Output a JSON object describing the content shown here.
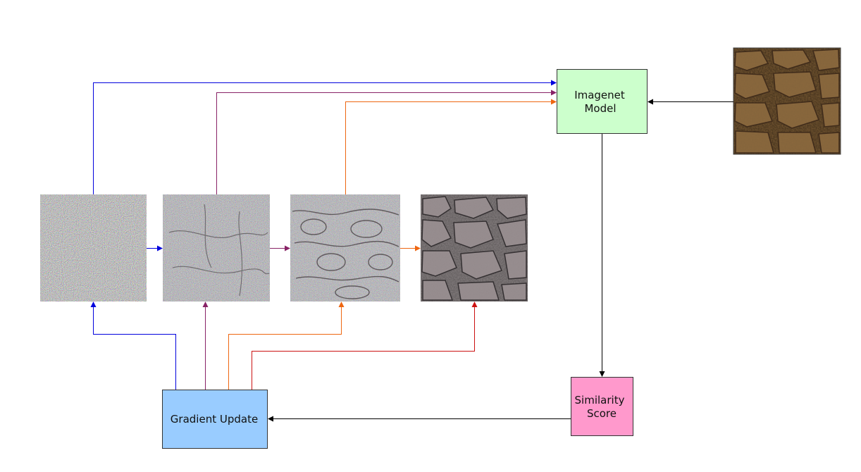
{
  "diagram": {
    "nodes": {
      "imagenet_model": {
        "lines": [
          "Imagenet",
          "Model"
        ],
        "fill": "#ccffcc"
      },
      "similarity_score": {
        "lines": [
          "Similarity",
          "Score"
        ],
        "fill": "#ff99cc"
      },
      "gradient_update": {
        "label": "Gradient Update",
        "fill": "#99ccff"
      }
    },
    "images": [
      {
        "name": "noise-image-step-0",
        "style": "pure-noise"
      },
      {
        "name": "noise-image-step-1",
        "style": "noisy-texture"
      },
      {
        "name": "noise-image-step-2",
        "style": "emerging-texture"
      },
      {
        "name": "noise-image-step-3",
        "style": "synthesized-texture"
      },
      {
        "name": "target-texture-image",
        "style": "brown-cracked-rock"
      }
    ],
    "edge_colors": {
      "blue": "#0000dd",
      "purple": "#882266",
      "orange": "#ee6611",
      "red": "#cc1111",
      "black": "#000000"
    }
  }
}
